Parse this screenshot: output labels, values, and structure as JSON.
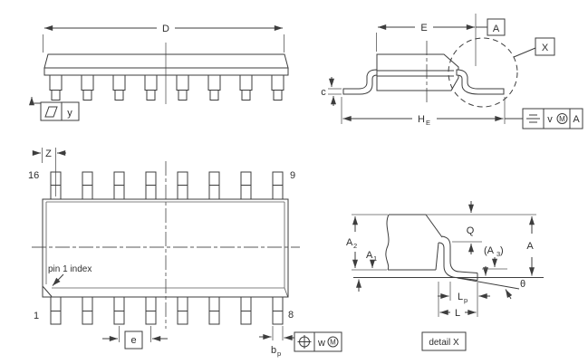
{
  "colors": {
    "background": "#ffffff",
    "line": "#3d3d3d",
    "text": "#2f2f2f"
  },
  "side_view": {
    "dim_d": "D",
    "flatness_flag": {
      "symbol": "parallelogram",
      "label": "y"
    }
  },
  "end_view": {
    "dim_e": "E",
    "datum_label": "A",
    "detail_ref": "X",
    "dim_c": "c",
    "dim_he": {
      "main": "H",
      "sub": "E"
    },
    "tolerance_frame": {
      "symbol": "symmetry",
      "value": "v",
      "modifier": "M",
      "datum": "A"
    }
  },
  "top_view": {
    "dim_z": "Z",
    "pins": {
      "top_left": "16",
      "top_right": "9",
      "bottom_left": "1",
      "bottom_right": "8"
    },
    "pin1_note": "pin 1 index",
    "dim_e": "e",
    "dim_bp": {
      "main": "b",
      "sub": "p"
    },
    "tolerance_frame": {
      "symbol": "true-position",
      "value": "w",
      "modifier": "M"
    }
  },
  "detail_view": {
    "dim_a2": {
      "main": "A",
      "sub": "2"
    },
    "dim_a1": {
      "main": "A",
      "sub": "1"
    },
    "dim_q": "Q",
    "dim_a3": {
      "open": "(A",
      "sub": "3",
      "close": ")"
    },
    "dim_a": "A",
    "dim_theta": "θ",
    "dim_lp": {
      "main": "L",
      "sub": "p"
    },
    "dim_l": "L",
    "caption": "detail X"
  }
}
